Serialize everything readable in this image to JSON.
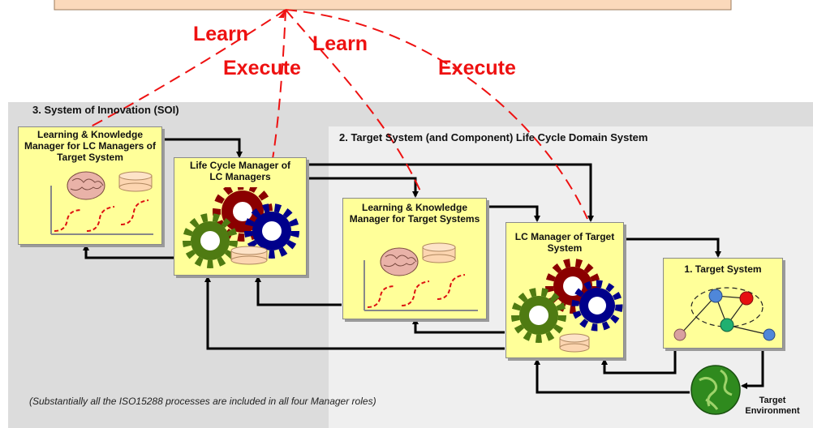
{
  "regions": {
    "soi_title": "3.  System of Innovation (SOI)",
    "lc_domain_title": "2.  Target System (and Component)  Life Cycle Domain System"
  },
  "boxes": {
    "lk_lc_managers": "Learning & Knowledge Manager for LC Managers of Target System",
    "lc_manager_of_lc_managers": "Life Cycle Manager of LC Managers",
    "lk_target_systems": "Learning & Knowledge Manager for Target Systems",
    "lc_manager_target": "LC Manager of Target System",
    "target_system": "1. Target System"
  },
  "arc_labels": {
    "learn_1": "Learn",
    "learn_2": "Learn",
    "execute_1": "Execute",
    "execute_2": "Execute"
  },
  "target_environment": "Target Environment",
  "footnote": "(Substantially all the ISO15288 processes are included in all four Manager roles)",
  "colors": {
    "region_bg": "#dcdcdc",
    "box_fill": "#ffff99",
    "top_box_fill": "#fbd9bb",
    "arc_red": "#ee1111",
    "gear_red": "#8b0000",
    "gear_blue": "#00008b",
    "gear_green": "#4f7b12",
    "cylinder": "#fcd5b0"
  },
  "icons": [
    "brain-icon",
    "database-icon",
    "learning-curve-icon",
    "gear-icon",
    "network-icon",
    "globe-icon"
  ]
}
